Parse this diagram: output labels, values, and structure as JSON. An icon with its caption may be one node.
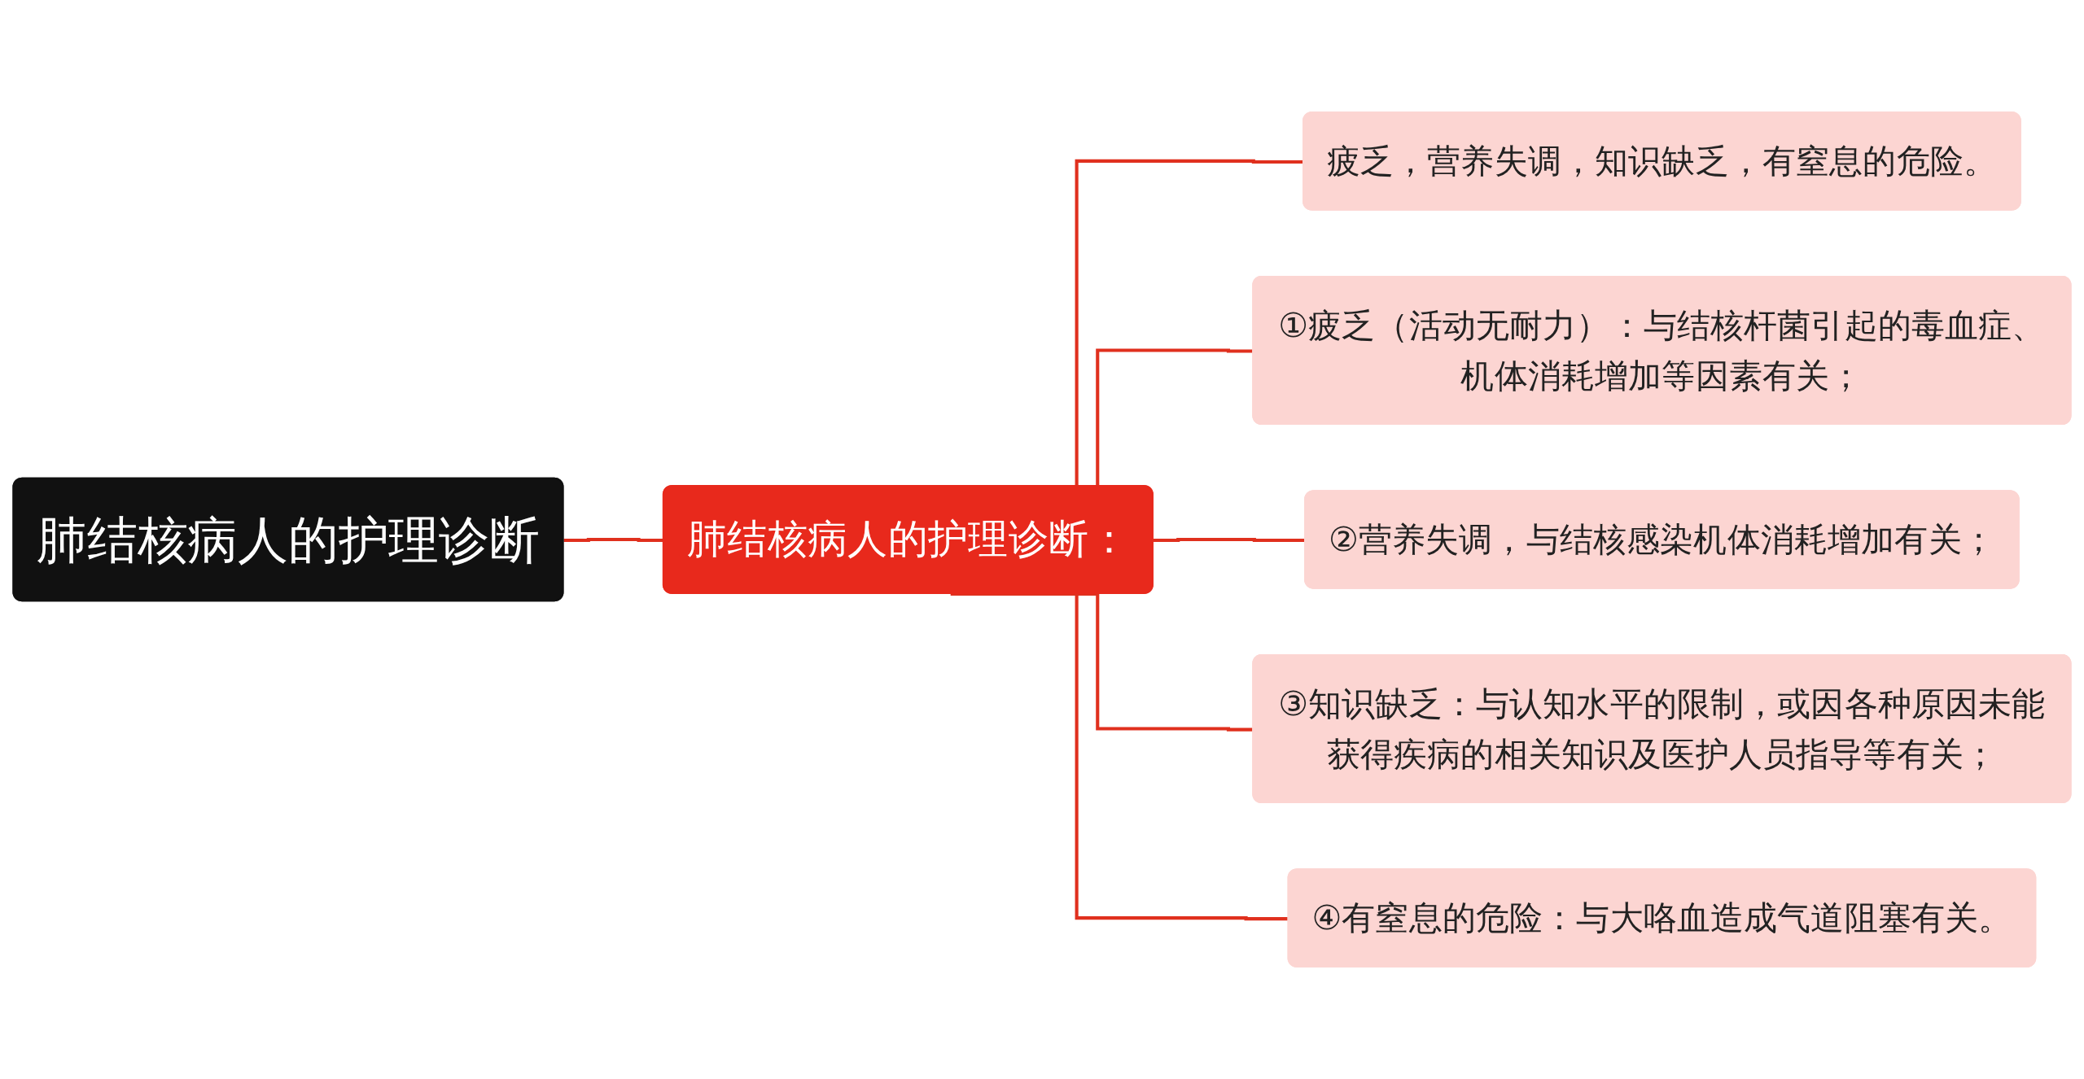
{
  "diagram": {
    "nodes": [
      {
        "text": [
          "肺结核病人的护理诊断"
        ]
      },
      {
        "text": [
          "肺结核病人的护理诊断："
        ]
      },
      {
        "text": [
          "疲乏，营养失调，知识缺乏，有窒息的危险。"
        ]
      },
      {
        "text": [
          "①疲乏（活动无耐力）：与结核杆菌引起的毒血症、机体消耗增加等因素有关；"
        ]
      },
      {
        "text": [
          "②营养失调，与结核感染机体消耗增加有关；"
        ]
      },
      {
        "text": [
          "③知识缺乏：与认知水平的限制，或因各种原因未能获得疾病的相关知识及医护人员指导等有关；"
        ]
      },
      {
        "text": [
          "④有窒息的危险：与大咯血造成气道阻塞有关。"
        ]
      }
    ],
    "edges": [
      {
        "from": 0,
        "to": 1,
        "arrow": "none"
      },
      {
        "from": 1,
        "to": 2,
        "arrow": "none"
      },
      {
        "from": 1,
        "to": 3,
        "arrow": "none"
      },
      {
        "from": 1,
        "to": 4,
        "arrow": "none"
      },
      {
        "from": 1,
        "to": 5,
        "arrow": "none"
      },
      {
        "from": 1,
        "to": 6,
        "arrow": "none"
      }
    ]
  }
}
